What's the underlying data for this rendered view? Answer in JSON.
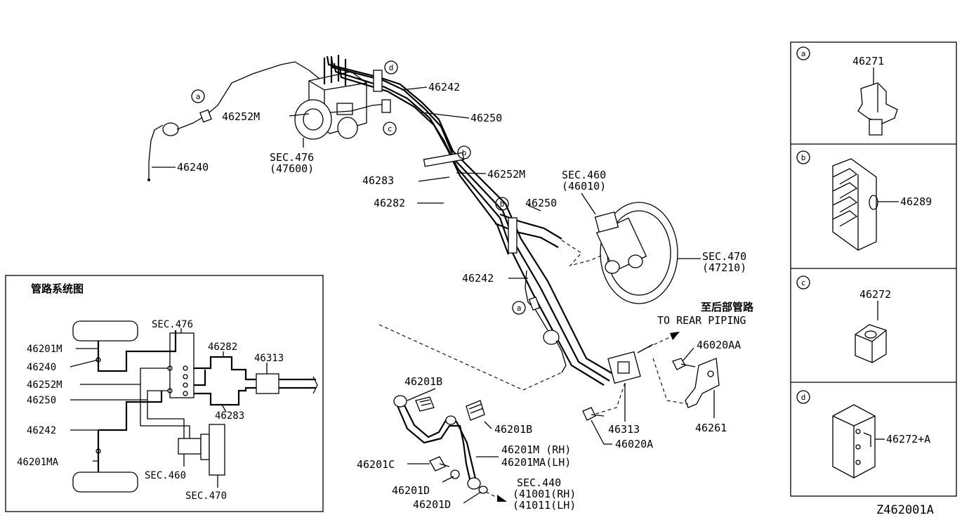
{
  "main_diagram": {
    "labels": {
      "p46242_top": "46242",
      "p46250_top": "46250",
      "p46252M_left": "46252M",
      "sec476": "SEC.476",
      "sec476_sub": "(47600)",
      "p46240": "46240",
      "p46283": "46283",
      "p46252M_mid": "46252M",
      "p46282": "46282",
      "sec460": "SEC.460",
      "sec460_sub": "(46010)",
      "p46250_mid": "46250",
      "sec470": "SEC.470",
      "sec470_sub": "(47210)",
      "p46242_mid": "46242",
      "to_rear_cn": "至后部管路",
      "to_rear_en": "TO REAR PIPING",
      "p46020AA": "46020AA",
      "p46201B_a": "46201B",
      "p46201B_b": "46201B",
      "p46201M": "46201M (RH)",
      "p46201MA": "46201MA(LH)",
      "p46201C": "46201C",
      "p46201D_a": "46201D",
      "p46201D_b": "46201D",
      "sec440": "SEC.440",
      "sec440_rh": "(41001(RH)",
      "sec440_lh": "(41011(LH)",
      "p46313": "46313",
      "p46020A": "46020A",
      "p46261": "46261"
    },
    "callouts": {
      "a1": "a",
      "a2": "a",
      "b1": "b",
      "b2": "b",
      "c1": "c",
      "d1": "d"
    }
  },
  "inset": {
    "title": "管路系统图",
    "labels": {
      "sec476": "SEC.476",
      "p46201M": "46201M",
      "p46240": "46240",
      "p46252M": "46252M",
      "p46250": "46250",
      "p46282": "46282",
      "p46313": "46313",
      "p46283": "46283",
      "p46242": "46242",
      "p46201MA": "46201MA",
      "sec460": "SEC.460",
      "sec470": "SEC.470"
    }
  },
  "side_panels": [
    {
      "letter": "a",
      "part": "46271"
    },
    {
      "letter": "b",
      "part": "46289"
    },
    {
      "letter": "c",
      "part": "46272"
    },
    {
      "letter": "d",
      "part": "46272+A"
    }
  ],
  "drawing_code": "Z462001A"
}
